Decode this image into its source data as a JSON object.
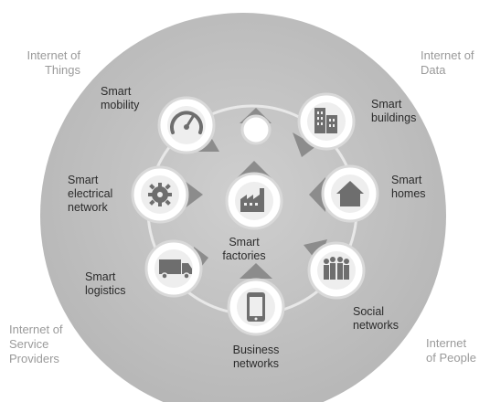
{
  "corners": {
    "top_left": "Internet of\nThings",
    "top_right": "Internet of\nData",
    "bottom_left": "Internet   of\nService\nProviders",
    "bottom_right": "Internet\nof People"
  },
  "nodes": {
    "mobility": {
      "label": "Smart\nmobility",
      "icon": "speedometer-icon"
    },
    "top": {
      "label": "",
      "icon": "blank-circle"
    },
    "buildings": {
      "label": "Smart\nbuildings",
      "icon": "buildings-icon"
    },
    "homes": {
      "label": "Smart\nhomes",
      "icon": "house-icon"
    },
    "social": {
      "label": "Social\nnetworks",
      "icon": "people-icon"
    },
    "business": {
      "label": "Business\nnetworks",
      "icon": "smartphone-icon"
    },
    "logistics": {
      "label": "Smart\nlogistics",
      "icon": "truck-icon"
    },
    "electrical": {
      "label": "Smart\nelectrical\nnetwork",
      "icon": "gear-icon"
    },
    "factories": {
      "label": "Smart\nfactories",
      "icon": "factory-icon"
    }
  },
  "colors": {
    "disc": "#bdbdbd",
    "ring": "#e6e6e6",
    "node_fill": "#ffffff",
    "node_border": "#d9d9d9",
    "pointer": "#8c8c8c",
    "icon": "#6e6e6e",
    "text": "#2b2b2b",
    "corner_text": "#9a9a9a"
  }
}
